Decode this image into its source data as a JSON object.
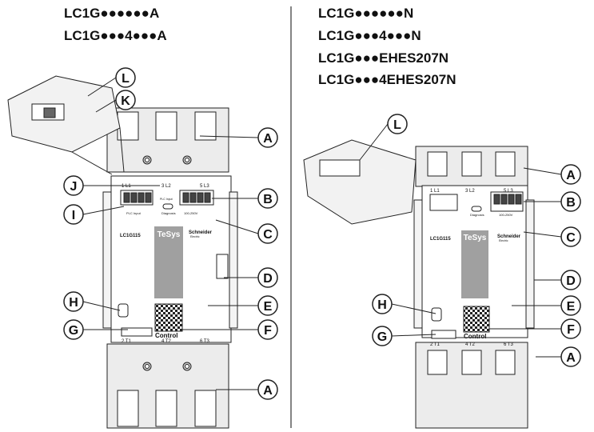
{
  "left": {
    "codes": [
      "LC1G●●●●●●A",
      "LC1G●●●4●●●A"
    ],
    "callouts": [
      "L",
      "K",
      "A",
      "J",
      "B",
      "I",
      "C",
      "D",
      "H",
      "E",
      "G",
      "F",
      "A"
    ],
    "device": {
      "model": "LC1G115",
      "brand": "TeSys",
      "maker": "Schneider",
      "maker_sub": "Electric",
      "top_terminals": [
        "1 L1",
        "3 L2",
        "5 L3"
      ],
      "bottom_terminals": [
        "2 T1",
        "4 T2",
        "6 T3"
      ],
      "plc_label": "PLC  Input",
      "diag_label": "Diagnosis",
      "voltage_label": "100-250V",
      "control_label": "Control",
      "plc_small": "PLC  Input"
    }
  },
  "right": {
    "codes": [
      "LC1G●●●●●●N",
      "LC1G●●●4●●●N",
      "LC1G●●●EHES207N",
      "LC1G●●●4EHES207N"
    ],
    "callouts": [
      "L",
      "A",
      "B",
      "C",
      "D",
      "H",
      "E",
      "G",
      "F",
      "A"
    ],
    "device": {
      "model": "LC1G115",
      "brand": "TeSys",
      "maker": "Schneider",
      "maker_sub": "Electric",
      "top_terminals": [
        "1 L1",
        "3 L2",
        "5 L3"
      ],
      "bottom_terminals": [
        "2 T1",
        "4 T2",
        "6 T3"
      ],
      "diag_label": "Diagnosis",
      "voltage_label": "100-250V",
      "control_label": "Control"
    }
  }
}
